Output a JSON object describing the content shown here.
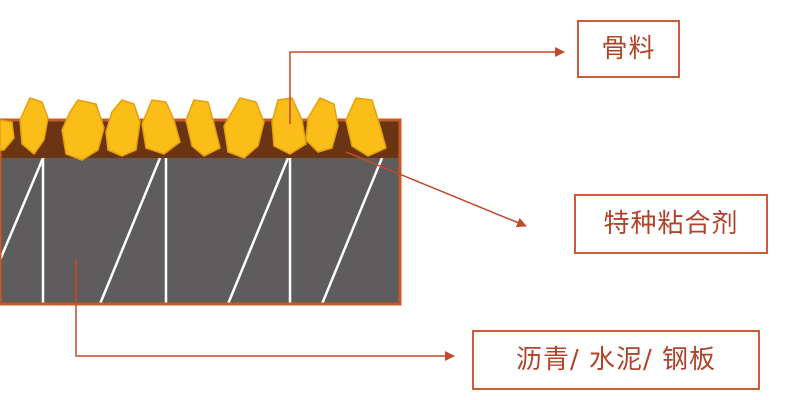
{
  "labels": {
    "aggregate": "骨料",
    "binder": "特种粘合剂",
    "base": "沥青/ 水泥/ 钢板"
  },
  "colors": {
    "aggregate_fill": "#fbbe18",
    "aggregate_edge": "#e4a010",
    "binder_layer": "#6b3412",
    "binder_border": "#c75a24",
    "base_fill": "#5e5c5c",
    "base_line": "#ffffff",
    "arrow": "#c24a2c",
    "label_text": "#b0432a",
    "label_border": "#cf5a3a"
  }
}
